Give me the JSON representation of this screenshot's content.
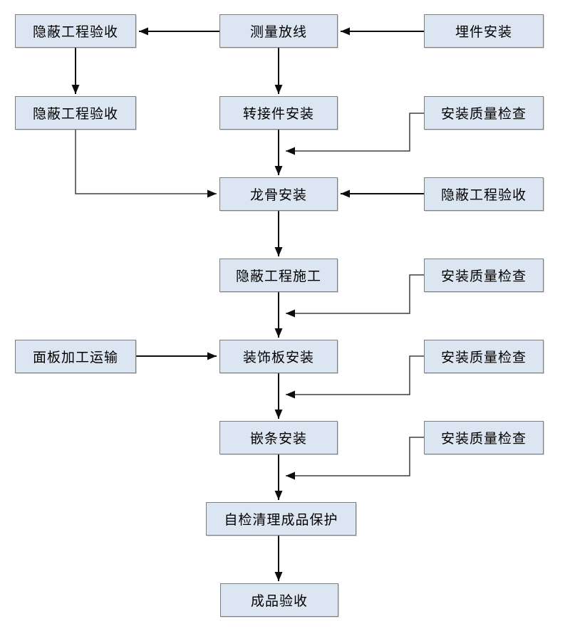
{
  "diagram": {
    "type": "flowchart",
    "colors": {
      "node_fill": "#dce6f2",
      "node_border": "#7f7f7f",
      "main_arrow": "#0d0d0d",
      "feedback_connector": "#3f3f3f",
      "background": "#ffffff"
    },
    "nodes": [
      {
        "label": "隐蔽工程验收"
      },
      {
        "label": "测量放线"
      },
      {
        "label": "埋件安装"
      },
      {
        "label": "隐蔽工程验收"
      },
      {
        "label": "转接件安装"
      },
      {
        "label": "安装质量检查"
      },
      {
        "label": "龙骨安装"
      },
      {
        "label": "隐蔽工程验收"
      },
      {
        "label": "隐蔽工程施工"
      },
      {
        "label": "安装质量检查"
      },
      {
        "label": "面板加工运输"
      },
      {
        "label": "装饰板安装"
      },
      {
        "label": "安装质量检查"
      },
      {
        "label": "嵌条安装"
      },
      {
        "label": "安装质量检查"
      },
      {
        "label": "自检清理成品保护"
      },
      {
        "label": "成品验收"
      }
    ],
    "edges": [
      {
        "from": 2,
        "to": 1
      },
      {
        "from": 1,
        "to": 0
      },
      {
        "from": 0,
        "to": 3
      },
      {
        "from": 1,
        "to": 4
      },
      {
        "from": 3,
        "to": 6
      },
      {
        "from": 4,
        "to": 6
      },
      {
        "from": 5,
        "to": 6
      },
      {
        "from": 7,
        "to": 6
      },
      {
        "from": 6,
        "to": 8
      },
      {
        "from": 8,
        "to": 11
      },
      {
        "from": 9,
        "to": 11
      },
      {
        "from": 10,
        "to": 11
      },
      {
        "from": 11,
        "to": 13
      },
      {
        "from": 12,
        "to": 13
      },
      {
        "from": 13,
        "to": 15
      },
      {
        "from": 14,
        "to": 15
      },
      {
        "from": 15,
        "to": 16
      }
    ]
  }
}
